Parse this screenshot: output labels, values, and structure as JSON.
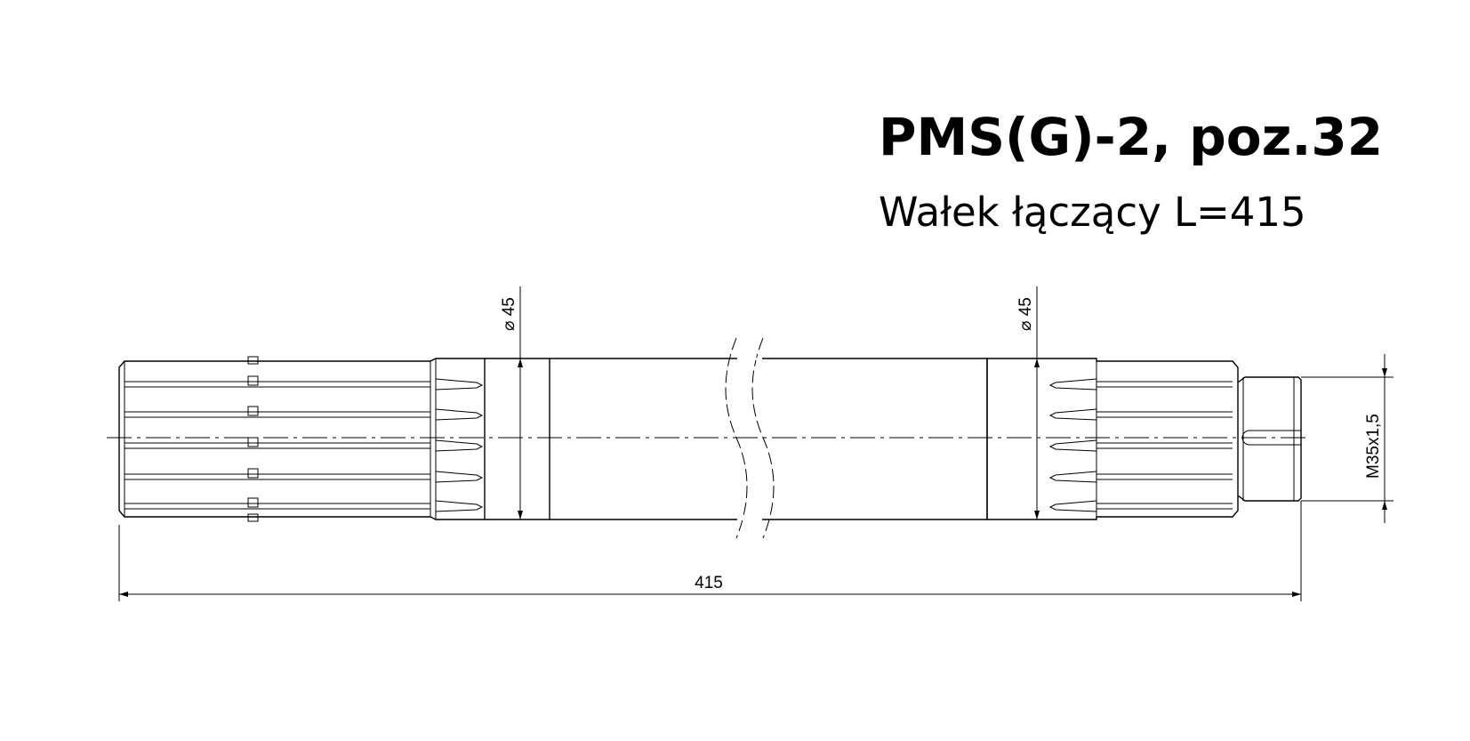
{
  "title": "PMS(G)-2, poz.32",
  "subtitle": "Wałek łączący L=415",
  "dimensions": {
    "length": "415",
    "diameter_left": "⌀ 45",
    "diameter_right": "⌀ 45",
    "thread": "M35x1,5"
  },
  "colors": {
    "line": "#000000",
    "background": "#ffffff"
  }
}
